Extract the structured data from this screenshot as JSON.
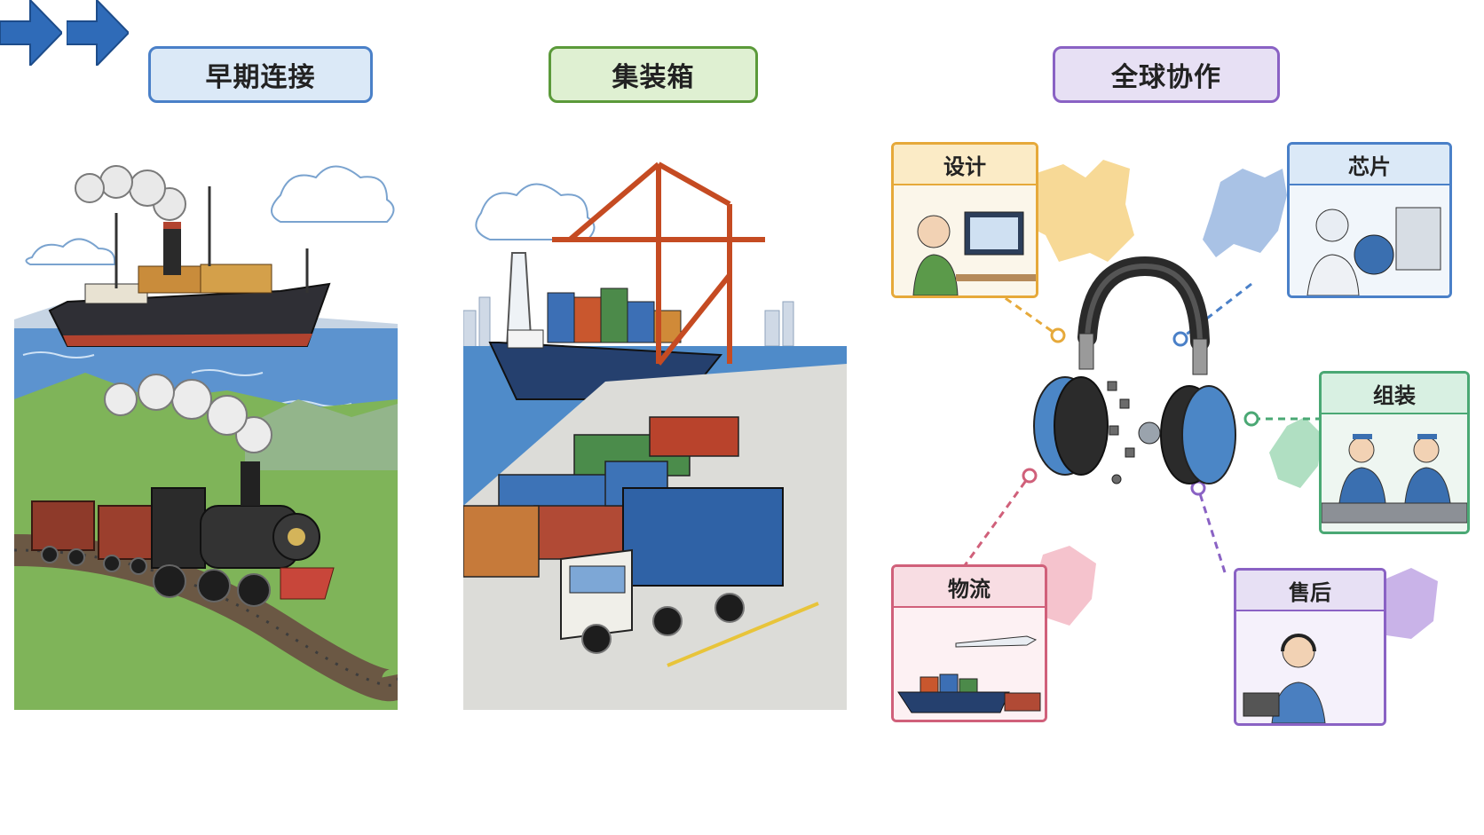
{
  "stages": {
    "early": {
      "title": "早期连接"
    },
    "container": {
      "title": "集装箱"
    },
    "global": {
      "title": "全球协作"
    }
  },
  "roles": {
    "design": "设计",
    "chip": "芯片",
    "assembly": "组装",
    "logistics": "物流",
    "aftersales": "售后"
  },
  "colors": {
    "early": "#4a80c8",
    "container": "#5b9a3a",
    "global": "#8a62c4",
    "design": "#e6a93a",
    "chip": "#4a80c8",
    "assembly": "#4aa874",
    "logistics": "#d0607a",
    "aftersales": "#8a62c4",
    "arrow": "#2f6bb8"
  },
  "icons": [
    "steamship-icon",
    "steam-train-icon",
    "container-ship-icon",
    "gantry-crane-icon",
    "container-truck-icon",
    "headphones-exploded-icon",
    "map-region-icon"
  ]
}
